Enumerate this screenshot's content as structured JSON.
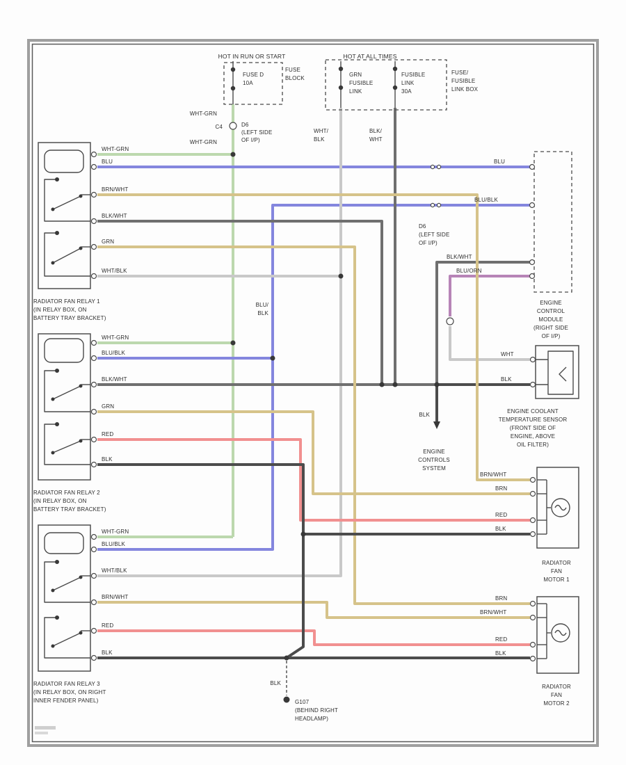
{
  "colors": {
    "wht_grn": "#bcd8ae",
    "blu": "#8486de",
    "tan": "#d6c38a",
    "pale": "#c9c9c9",
    "blk_wht": "#6f6f6f",
    "blk": "#4c4c4c",
    "red": "#f19090",
    "blu_orn": "#b784b7"
  },
  "top": {
    "left_header": "HOT IN RUN OR START",
    "right_header": "HOT AT ALL TIMES",
    "fuse_name": "FUSE D",
    "fuse_amps": "10A",
    "fuse_block": [
      "FUSE",
      "BLOCK"
    ],
    "link_green": [
      "GRN",
      "FUSIBLE",
      "LINK"
    ],
    "link_30": [
      "FUSIBLE",
      "LINK",
      "30A"
    ],
    "link_box": [
      "FUSE/",
      "FUSIBLE",
      "LINK BOX"
    ],
    "conn_left": "C4",
    "conn_right": [
      "D6",
      "(LEFT SIDE",
      "OF I/P)"
    ],
    "wht_grn_upper": "WHT-GRN",
    "wht_grn_lower": "WHT-GRN",
    "whtblk": [
      "WHT/",
      "BLK"
    ],
    "blkwht": [
      "BLK/",
      "WHT"
    ]
  },
  "relays": [
    {
      "name": [
        "RADIATOR FAN RELAY 1",
        "(IN RELAY BOX, ON",
        "BATTERY TRAY BRACKET)"
      ],
      "wires": [
        "WHT-GRN",
        "BLU",
        "BRN/WHT",
        "BLK/WHT",
        "GRN",
        "WHT/BLK"
      ]
    },
    {
      "name": [
        "RADIATOR FAN RELAY 2",
        "(IN RELAY BOX, ON",
        "BATTERY TRAY BRACKET)"
      ],
      "wires": [
        "WHT-GRN",
        "BLU/BLK",
        "BLK/WHT",
        "GRN",
        "RED",
        "BLK"
      ]
    },
    {
      "name": [
        "RADIATOR FAN RELAY 3",
        "(IN RELAY BOX, ON RIGHT",
        "INNER FENDER PANEL)"
      ],
      "wires": [
        "WHT-GRN",
        "BLU/BLK",
        "WHT/BLK",
        "BRN/WHT",
        "RED",
        "BLK"
      ]
    }
  ],
  "middle": {
    "blu_blk_vert": [
      "BLU/",
      "BLK"
    ],
    "conn_mid": [
      "D6",
      "(LEFT SIDE",
      "OF I/P)"
    ],
    "blu_right": "BLU",
    "blublk_right": "BLU/BLK",
    "blkwht_right": "BLK/WHT",
    "bluorn_right": "BLU/ORN",
    "blk_down": "BLK",
    "engine_controls": [
      "ENGINE",
      "CONTROLS",
      "SYSTEM"
    ]
  },
  "ecm": {
    "label": [
      "ENGINE",
      "CONTROL",
      "MODULE",
      "(RIGHT SIDE",
      "OF I/P)"
    ]
  },
  "sensor": {
    "wht": "WHT",
    "blk": "BLK",
    "label": [
      "ENGINE COOLANT",
      "TEMPERATURE SENSOR",
      "(FRONT SIDE OF",
      "ENGINE, ABOVE",
      "OIL FILTER)"
    ]
  },
  "motors": [
    {
      "label": [
        "RADIATOR",
        "FAN",
        "MOTOR 1"
      ],
      "wires": [
        "BRN/WHT",
        "BRN",
        "RED",
        "BLK"
      ]
    },
    {
      "label": [
        "RADIATOR",
        "FAN",
        "MOTOR 2"
      ],
      "wires": [
        "BRN",
        "BRN/WHT",
        "RED",
        "BLK"
      ]
    }
  ],
  "ground": {
    "blk": "BLK",
    "label": [
      "G107",
      "(BEHIND RIGHT",
      "HEADLAMP)"
    ]
  }
}
